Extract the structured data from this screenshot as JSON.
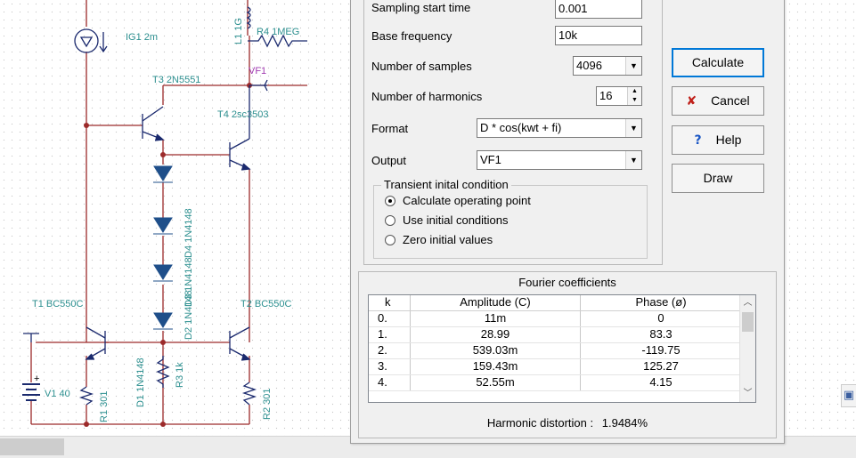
{
  "schematic": {
    "colors": {
      "wire": "#9c2a2a",
      "component": "#1b2a6e",
      "label": "#2c8f8f",
      "probe": "#a03ab0",
      "diode_fill": "#1f4f8a"
    },
    "labels": {
      "ig1": "IG1 2m",
      "l1": "L1 1G",
      "r4": "R4 1MEG",
      "vf1": "VF1",
      "t3": "T3 2N5551",
      "t4": "T4 2sc3503",
      "d4": "D4 1N4148",
      "d3": "D3 1N4148",
      "d2": "D2 1N4148",
      "t1": "T1 BC550C",
      "t2": "T2 BC550C",
      "d1": "D1 1N4148",
      "r3": "R3 1k",
      "v1": "V1 40",
      "r1": "R1 301",
      "r2": "R2 301",
      "plus": "+"
    }
  },
  "dialog": {
    "sampling_start_label": "Sampling start time",
    "sampling_start_value": "0.001",
    "base_freq_label": "Base frequency",
    "base_freq_value": "10k",
    "num_samples_label": "Number of samples",
    "num_samples_value": "4096",
    "num_harmonics_label": "Number of harmonics",
    "num_harmonics_value": "16",
    "format_label": "Format",
    "format_value": "D * cos(kwt + fi)",
    "output_label": "Output",
    "output_value": "VF1",
    "transient_group": "Transient inital condition",
    "radio_options": [
      {
        "label": "Calculate operating point",
        "selected": true
      },
      {
        "label": "Use initial conditions",
        "selected": false
      },
      {
        "label": "Zero initial values",
        "selected": false
      }
    ],
    "buttons": {
      "calculate": "Calculate",
      "cancel": "Cancel",
      "help": "Help",
      "draw": "Draw"
    },
    "button_icons": {
      "cancel": "x-icon",
      "help": "question-icon"
    },
    "fourier": {
      "title": "Fourier coefficients",
      "columns": [
        "k",
        "Amplitude (C)",
        "Phase (ø)"
      ],
      "rows": [
        [
          "0.",
          "11m",
          "0"
        ],
        [
          "1.",
          "28.99",
          "83.3"
        ],
        [
          "2.",
          "539.03m",
          "-119.75"
        ],
        [
          "3.",
          "159.43m",
          "125.27"
        ],
        [
          "4.",
          "52.55m",
          "4.15"
        ]
      ],
      "distortion_label": "Harmonic distortion :",
      "distortion_value": "1.9484%"
    }
  }
}
